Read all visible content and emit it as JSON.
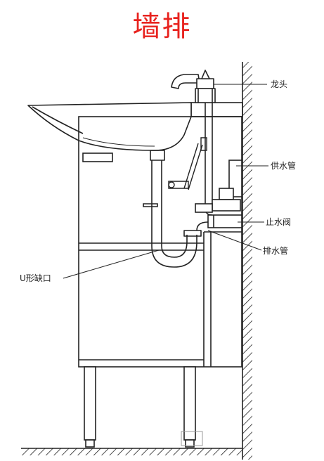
{
  "title": "墙排",
  "labels": {
    "faucet": "龙头",
    "supply_pipe": "供水管",
    "stop_valve": "止水阀",
    "drain_pipe": "排水管",
    "u_trap": "U形缺口"
  },
  "colors": {
    "title": "#e8231f",
    "line": "#222222"
  }
}
